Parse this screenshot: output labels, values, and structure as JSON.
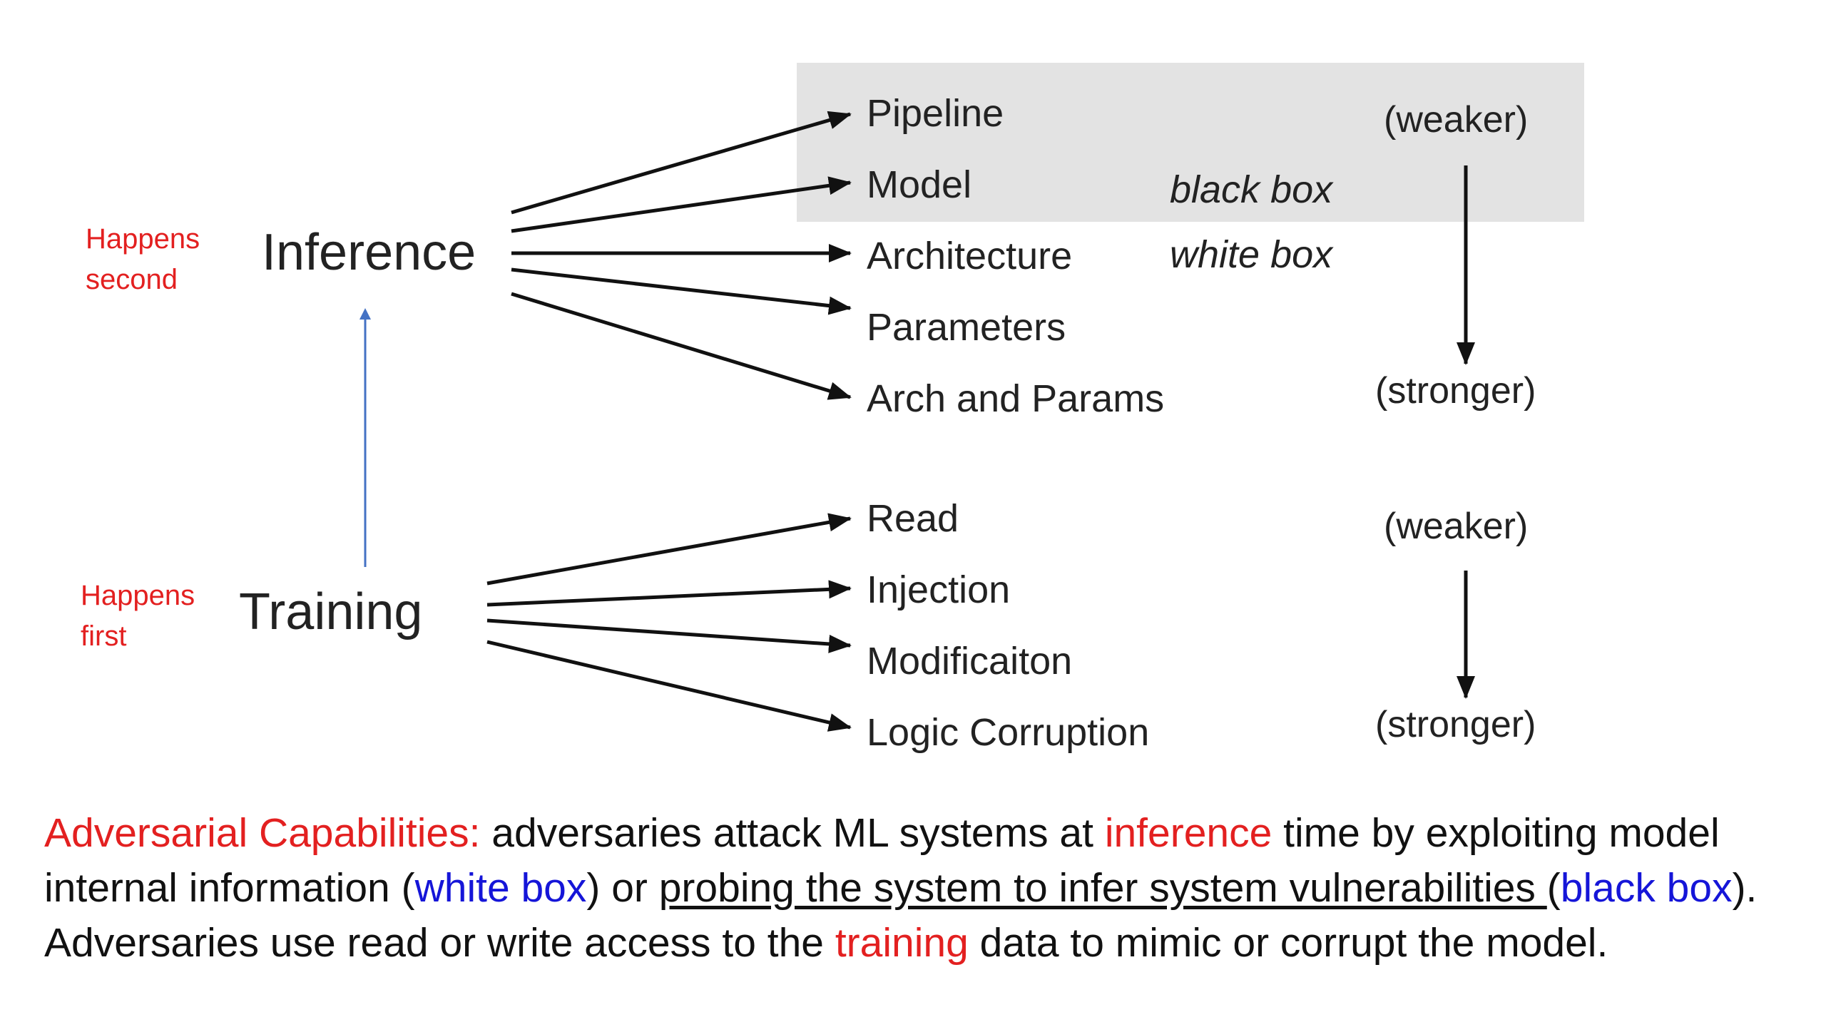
{
  "inference": {
    "root_label": "Inference",
    "timing_line1": "Happens",
    "timing_line2": "second",
    "targets": [
      "Pipeline",
      "Model",
      "Architecture",
      "Parameters",
      "Arch and Params"
    ],
    "black_box_label": "black box",
    "white_box_label": "white box",
    "weaker_label": "(weaker)",
    "stronger_label": "(stronger)"
  },
  "training": {
    "root_label": "Training",
    "timing_line1": "Happens",
    "timing_line2": "first",
    "targets": [
      "Read",
      "Injection",
      "Modificaiton",
      "Logic Corruption"
    ],
    "weaker_label": "(weaker)",
    "stronger_label": "(stronger)"
  },
  "caption": {
    "heading": "Adversarial Capabilities:",
    "t1": " adversaries attack ML systems at ",
    "inference_word": "inference",
    "t2": " time by exploiting model internal information (",
    "white_box": "white box",
    "t3": ") or ",
    "underlined": "probing the system to infer system vulnerabilities ",
    "t4": "(",
    "black_box": "black box",
    "t5": "). Adversaries use read or write access to the ",
    "training_word": "training",
    "t6": " data to mimic or corrupt the model."
  },
  "colors": {
    "timing_text": "#e32020",
    "black_box_region": "#e3e3e3",
    "flow_arrow": "#4472c4",
    "caption_red": "#e32020",
    "caption_blue": "#1515d8"
  }
}
